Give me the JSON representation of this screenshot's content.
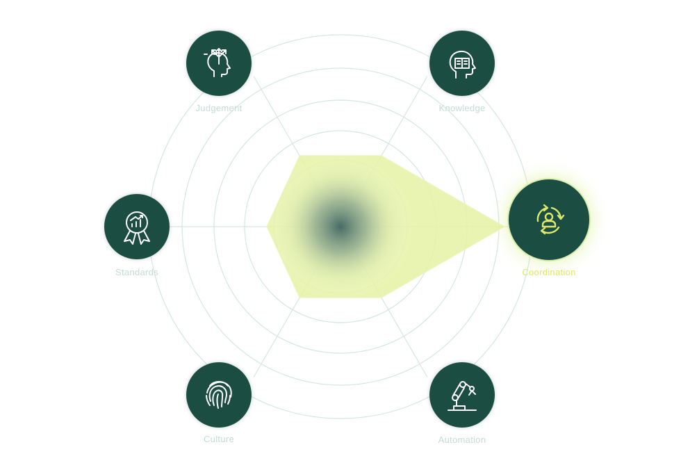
{
  "diagram": {
    "nodes": [
      {
        "id": "judgement",
        "label": "Judgement",
        "icon": "head-arrows-icon",
        "value": 0.5,
        "active": false
      },
      {
        "id": "knowledge",
        "label": "Knowledge",
        "icon": "head-book-icon",
        "value": 0.5,
        "active": false
      },
      {
        "id": "coordination",
        "label": "Coordination",
        "icon": "cycle-person-icon",
        "value": 1.0,
        "active": true
      },
      {
        "id": "automation",
        "label": "Automation",
        "icon": "robot-arm-icon",
        "value": 0.5,
        "active": false
      },
      {
        "id": "culture",
        "label": "Culture",
        "icon": "fingerprint-icon",
        "value": 0.5,
        "active": false
      },
      {
        "id": "standards",
        "label": "Standards",
        "icon": "award-chart-icon",
        "value": 0.45,
        "active": false
      }
    ],
    "colors": {
      "node_bg": "#1b4d43",
      "icon_stroke": "#ffffff",
      "icon_active_stroke": "#dde96a",
      "ring": "#d3e7e0",
      "polygon_fill": "#e6f2a4",
      "label": "#c4dcd6",
      "label_active": "#dde96a",
      "center_glow": "#41695f"
    }
  }
}
